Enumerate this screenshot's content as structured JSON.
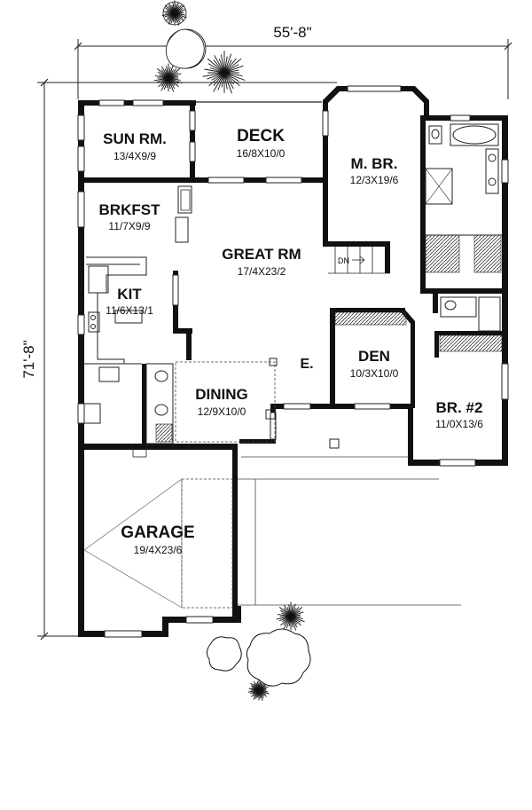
{
  "dimensions": {
    "width": "55'-8\"",
    "depth": "71'-8\""
  },
  "rooms": {
    "sun_room": {
      "name": "SUN RM.",
      "size": "13/4X9/9"
    },
    "deck": {
      "name": "DECK",
      "size": "16/8X10/0"
    },
    "master_bedroom": {
      "name": "M. BR.",
      "size": "12/3X19/6"
    },
    "breakfast": {
      "name": "BRKFST",
      "size": "11/7X9/9"
    },
    "great_room": {
      "name": "GREAT RM",
      "size": "17/4X23/2"
    },
    "kitchen": {
      "name": "KIT",
      "size": "11/6X13/1"
    },
    "den": {
      "name": "DEN",
      "size": "10/3X10/0"
    },
    "entry": {
      "name": "E."
    },
    "dining": {
      "name": "DINING",
      "size": "12/9X10/0"
    },
    "bedroom_2": {
      "name": "BR. #2",
      "size": "11/0X13/6"
    },
    "garage": {
      "name": "GARAGE",
      "size": "19/4X23/6"
    }
  },
  "stair_label": "DN"
}
